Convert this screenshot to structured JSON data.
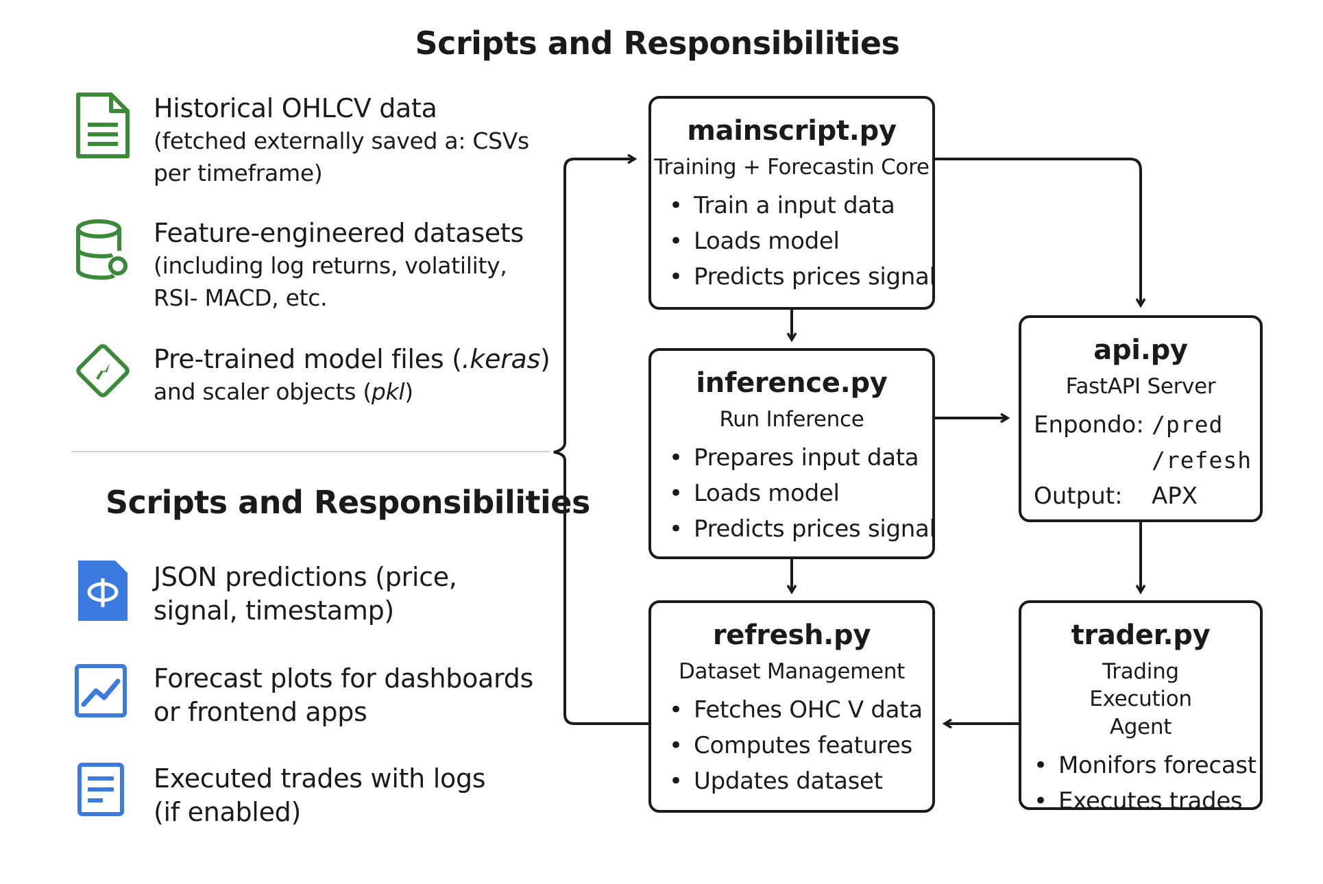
{
  "title": "Scripts and Responsibilities",
  "inputs": [
    {
      "icon": "document-icon",
      "title": "Historical OHLCV data",
      "detail": "(fetched externally saved a: CSVs per timeframe)"
    },
    {
      "icon": "database-icon",
      "title": "Feature-engineered datasets",
      "detail": "(including log returns, volatility, RSI- MACD, etc."
    },
    {
      "icon": "model-file-icon",
      "title_pre": "Pre-trained model files (",
      "title_ext": ".keras",
      "title_post": ")",
      "detail_pre": "and scaler objects (",
      "detail_ext": "pkl",
      "detail_post": ")"
    }
  ],
  "outputs_title": "Scripts and Responsibilities",
  "outputs": [
    {
      "icon": "json-file-icon",
      "text": "JSON predictions (price, signal, timestamp)"
    },
    {
      "icon": "line-chart-icon",
      "text": "Forecast plots for dashboards or frontend apps"
    },
    {
      "icon": "log-file-icon",
      "text": "Executed trades with logs (if enabled)"
    }
  ],
  "colors": {
    "green": "#3a8a3a",
    "blue": "#3b7be0",
    "stroke": "#1a1a1a"
  },
  "boxes": {
    "mainscript": {
      "title": "mainscript.py",
      "subtitle": "Training + Forecastin Core",
      "items": [
        "Train a input data",
        "Loads model",
        "Predicts prices signal"
      ]
    },
    "inference": {
      "title": "inference.py",
      "subtitle": "Run Inference",
      "items": [
        "Prepares input data",
        "Loads model",
        "Predicts prices signal"
      ]
    },
    "refresh": {
      "title": "refresh.py",
      "subtitle": "Dataset Management",
      "items": [
        "Fetches OHC V data",
        "Computes features",
        "Updates dataset"
      ]
    },
    "api": {
      "title": "api.py",
      "subtitle": "FastAPI Server",
      "endpoint_label": "Enpondo:",
      "endpoints": [
        "/pred",
        "/refesh"
      ],
      "output_label": "Output:",
      "output_value": "APX"
    },
    "trader": {
      "title": "trader.py",
      "subtitle": "Trading Execution Agent",
      "items": [
        "Monifors forecast",
        "Executes trades"
      ]
    }
  }
}
